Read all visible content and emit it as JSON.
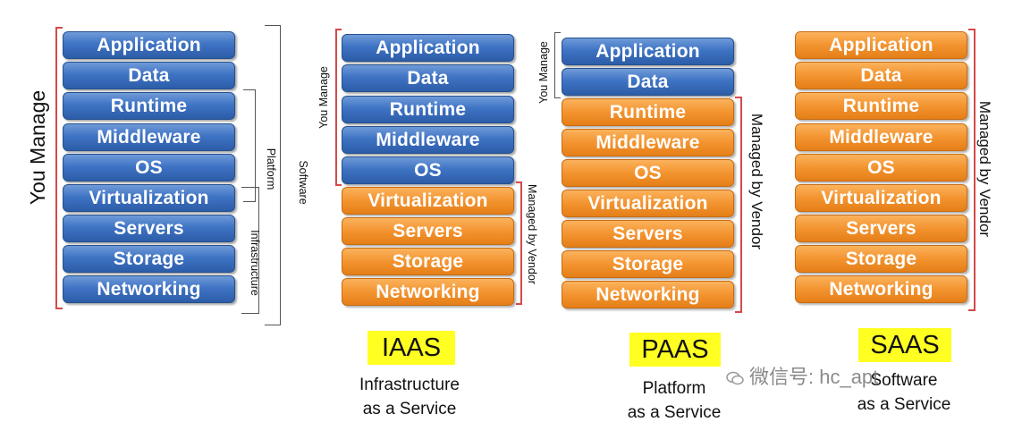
{
  "stack_you_manage": {
    "layers": [
      "Application",
      "Data",
      "Runtime",
      "Middleware",
      "OS",
      "Virtualization",
      "Servers",
      "Storage",
      "Networking"
    ],
    "side_label": "You Manage",
    "platform_label": "Platform",
    "software_label": "Software",
    "infrastructure_label": "Infrastructure"
  },
  "iaas": {
    "layers": [
      "Application",
      "Data",
      "Runtime",
      "Middleware",
      "OS",
      "Virtualization",
      "Servers",
      "Storage",
      "Networking"
    ],
    "you_manage_label": "You Manage",
    "vendor_label": "Managed by Vendor",
    "badge": "IAAS",
    "caption_line1": "Infrastructure",
    "caption_line2": "as a Service"
  },
  "paas": {
    "layers": [
      "Application",
      "Data",
      "Runtime",
      "Middleware",
      "OS",
      "Virtualization",
      "Servers",
      "Storage",
      "Networking"
    ],
    "you_manage_label": "You Manage",
    "vendor_label": "Managed by Vendor",
    "badge": "PAAS",
    "caption_line1": "Platform",
    "caption_line2": "as a Service"
  },
  "saas": {
    "layers": [
      "Application",
      "Data",
      "Runtime",
      "Middleware",
      "OS",
      "Virtualization",
      "Servers",
      "Storage",
      "Networking"
    ],
    "vendor_label": "Managed by Vendor",
    "badge": "SAAS",
    "caption_line1": "Software",
    "caption_line2": "as a Service"
  },
  "watermark": "微信号: hc_apt",
  "colors": {
    "you_manage_layer": "#3f73c4",
    "vendor_layer": "#f39430",
    "badge": "#ffff22",
    "bracket": "#d44a4a"
  }
}
